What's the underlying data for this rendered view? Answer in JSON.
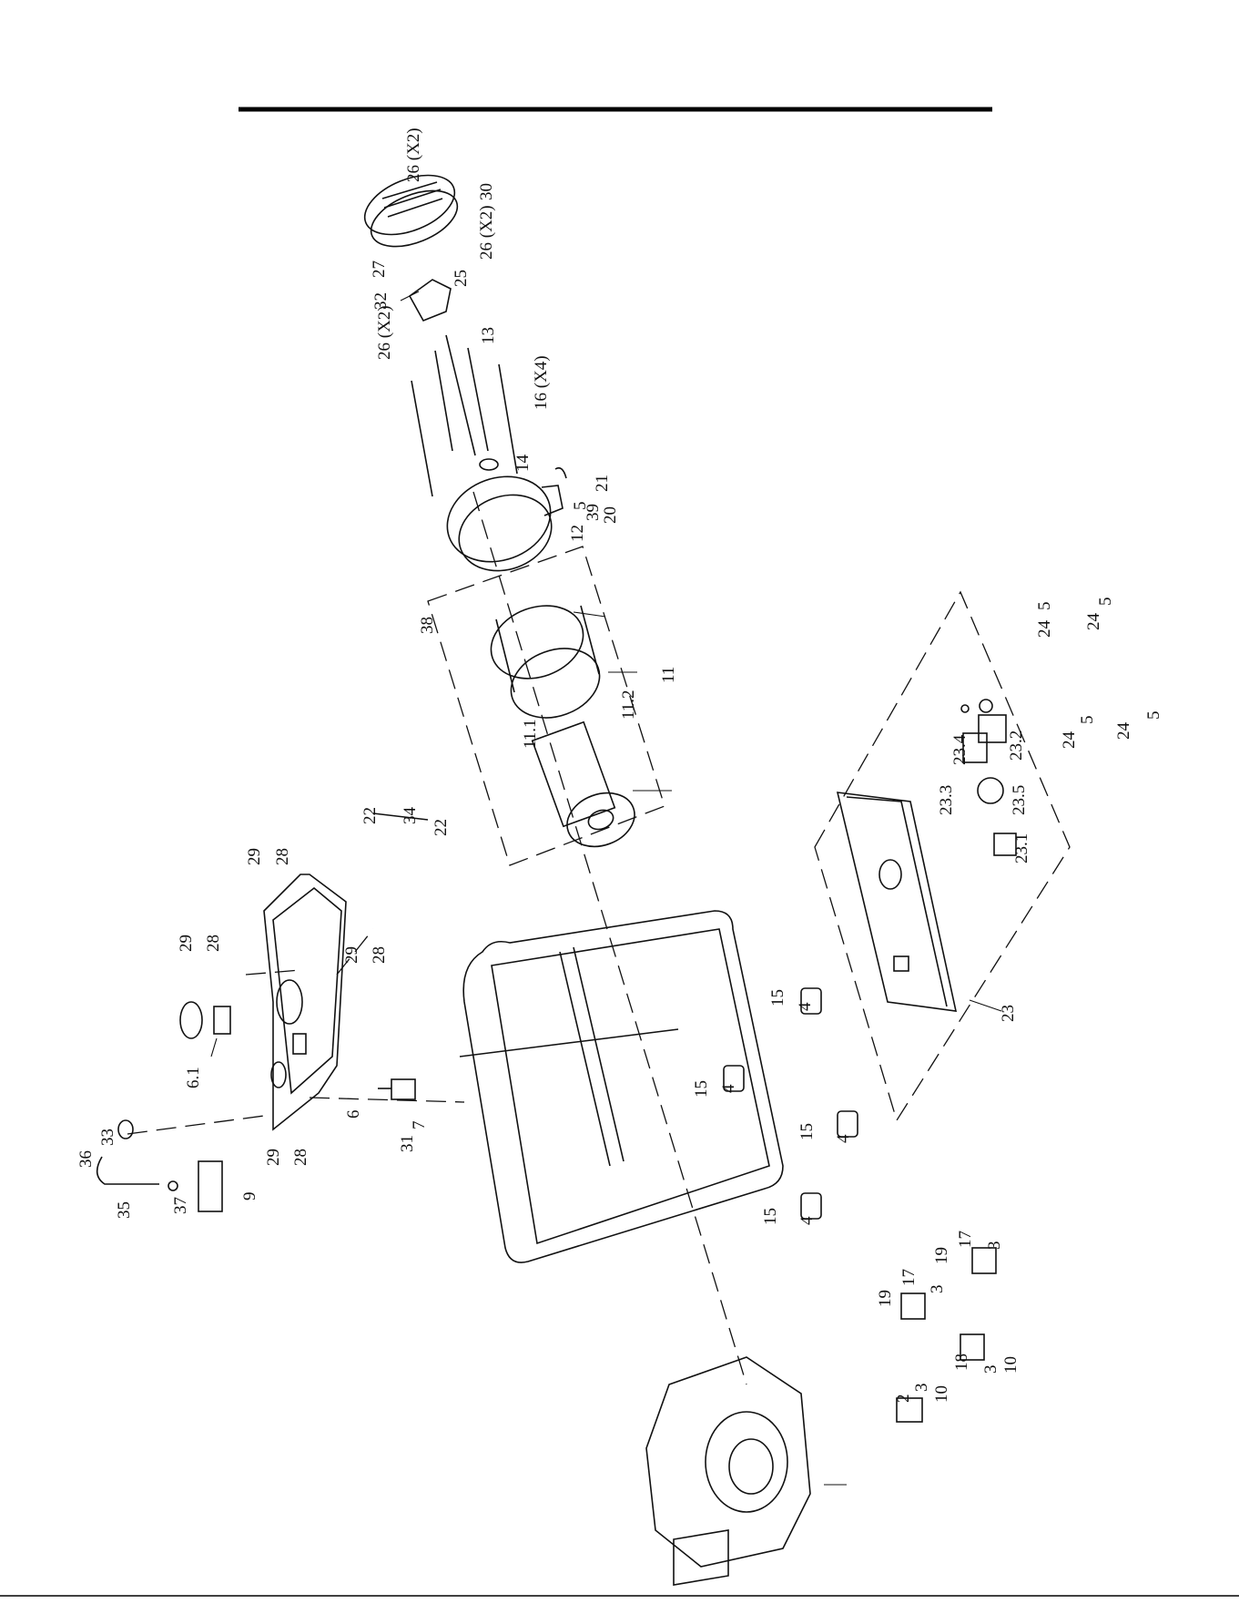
{
  "callouts": [
    {
      "text": "26 (X2)"
    },
    {
      "text": "30"
    },
    {
      "text": "27"
    },
    {
      "text": "32"
    },
    {
      "text": "25"
    },
    {
      "text": "26 (X2)"
    },
    {
      "text": "26 (X2)"
    },
    {
      "text": "13"
    },
    {
      "text": "16 (X4)"
    },
    {
      "text": "14"
    },
    {
      "text": "21"
    },
    {
      "text": "5"
    },
    {
      "text": "39"
    },
    {
      "text": "20"
    },
    {
      "text": "12"
    },
    {
      "text": "38"
    },
    {
      "text": "11"
    },
    {
      "text": "11.2"
    },
    {
      "text": "11.1"
    },
    {
      "text": "22"
    },
    {
      "text": "34"
    },
    {
      "text": "22"
    },
    {
      "text": "29"
    },
    {
      "text": "28"
    },
    {
      "text": "29"
    },
    {
      "text": "28"
    },
    {
      "text": "29"
    },
    {
      "text": "28"
    },
    {
      "text": "6.1"
    },
    {
      "text": "6"
    },
    {
      "text": "7"
    },
    {
      "text": "31"
    },
    {
      "text": "29"
    },
    {
      "text": "28"
    },
    {
      "text": "36"
    },
    {
      "text": "33"
    },
    {
      "text": "35"
    },
    {
      "text": "37"
    },
    {
      "text": "9"
    },
    {
      "text": "23.4"
    },
    {
      "text": "23.2"
    },
    {
      "text": "23.3"
    },
    {
      "text": "23.5"
    },
    {
      "text": "23.1"
    },
    {
      "text": "23"
    },
    {
      "text": "24"
    },
    {
      "text": "5"
    },
    {
      "text": "24"
    },
    {
      "text": "5"
    },
    {
      "text": "24"
    },
    {
      "text": "5"
    },
    {
      "text": "24"
    },
    {
      "text": "5"
    },
    {
      "text": "15"
    },
    {
      "text": "4"
    },
    {
      "text": "15"
    },
    {
      "text": "4"
    },
    {
      "text": "15"
    },
    {
      "text": "4"
    },
    {
      "text": "15"
    },
    {
      "text": "4"
    },
    {
      "text": "19"
    },
    {
      "text": "17"
    },
    {
      "text": "3"
    },
    {
      "text": "19"
    },
    {
      "text": "17"
    },
    {
      "text": "3"
    },
    {
      "text": "18"
    },
    {
      "text": "3"
    },
    {
      "text": "10"
    },
    {
      "text": "2"
    },
    {
      "text": "3"
    },
    {
      "text": "10"
    }
  ]
}
